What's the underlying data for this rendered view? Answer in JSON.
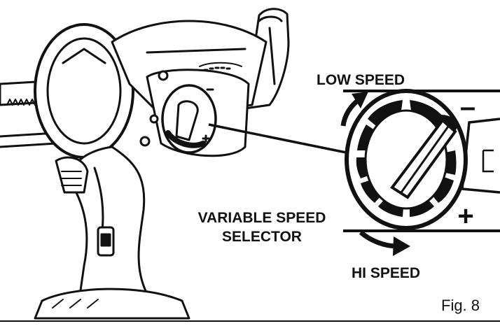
{
  "labels": {
    "low_speed": "LOW SPEED",
    "hi_speed": "HI SPEED",
    "selector_line1": "VARIABLE SPEED",
    "selector_line2": "SELECTOR",
    "minus_sign": "–",
    "plus_sign": "+",
    "figure": "Fig. 8"
  },
  "colors": {
    "ink": "#111111",
    "paper": "#ffffff"
  },
  "icons": {
    "low_arrow": "curved-arrow-up-icon",
    "hi_arrow": "curved-arrow-down-icon"
  }
}
